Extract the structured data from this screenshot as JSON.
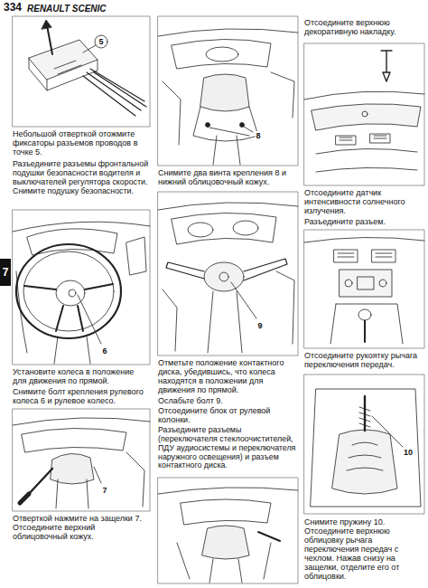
{
  "diagram": {
    "title": "RENAULT SCENIC",
    "labels": [
      "334",
      "5",
      "Небольшой отверткой отожмите фиксаторы разъемов проводов в точке 5.",
      "Разъедините разъемы фронтальной подушки безопасности водителя и выключателей регулятора скорости. Снимите подушку безопасности.",
      "6",
      "Установите колеса в положение для движения по прямой.",
      "Снимите болт крепления рулевого колеса 6 и рулевое колесо.",
      "7",
      "Отверткой нажмите на защелки 7. Отсоедините верхний облицовочный кожух.",
      "7",
      "8",
      "Снимите два винта крепления 8 и нижний облицовочный кожух.",
      "9",
      "Отметьте положение контактного диска, убедившись, что колеса находятся в положении для движения по прямой.",
      "Ослабьте болт 9.",
      "Отсоедините блок от рулевой колонки.",
      "Разъедините разъемы (переключателя стеклоочистителей, ПДУ аудиосистемы и переключателя наружного освещения) и разъем контактного диска.",
      "Отсоедините верхнюю декоративную накладку.",
      "Отсоедините датчик интенсивности солнечного излучения.",
      "Разъедините разъем.",
      "Отсоедините рукоятку рычага переключения передач.",
      "10",
      "Снимите пружину 10. Отсоедините верхнюю облицовку рычага переключения передач с чехлом. Нажав снизу на защелки, отделите его от облицовки."
    ]
  }
}
